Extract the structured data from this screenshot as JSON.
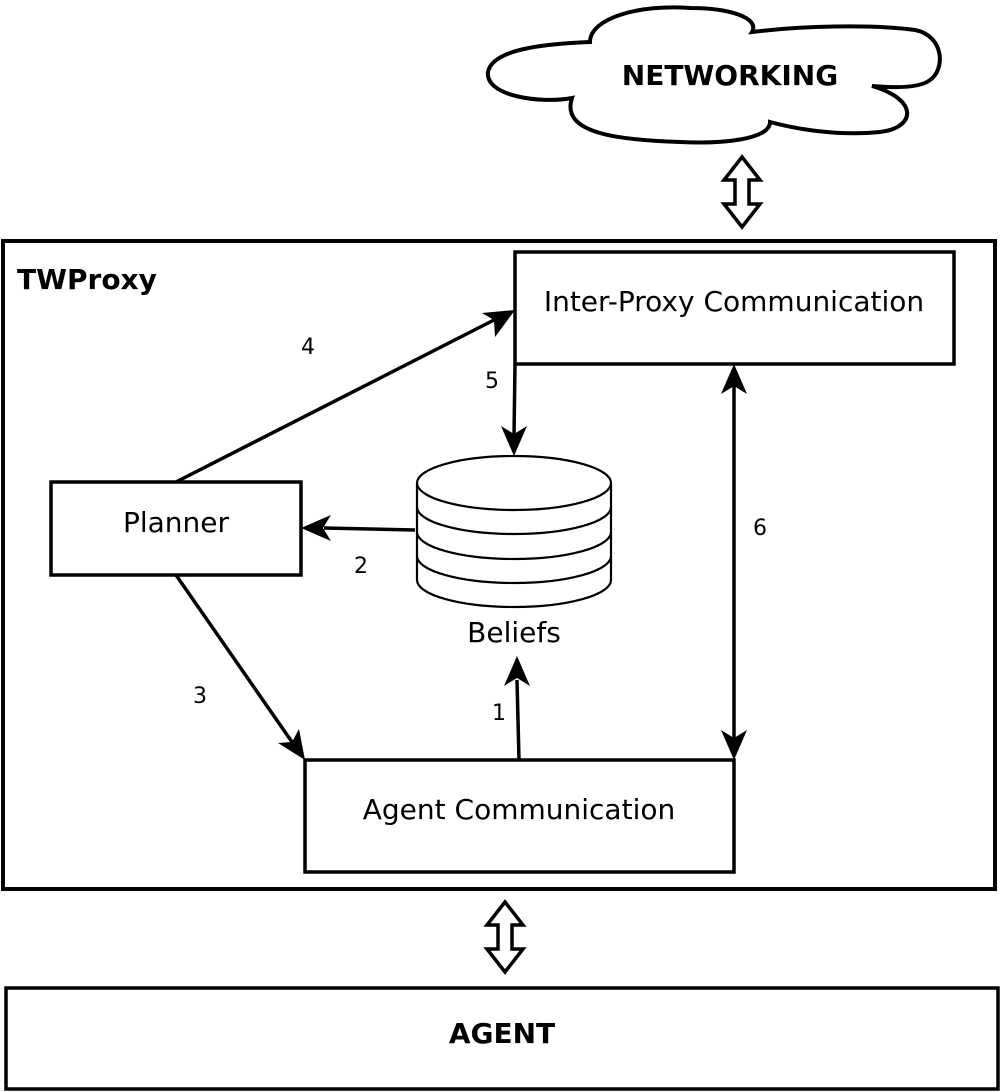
{
  "cloud": {
    "label": "NETWORKING"
  },
  "proxy": {
    "title": "TWProxy"
  },
  "boxes": {
    "inter_proxy": "Inter-Proxy Communication",
    "planner": "Planner",
    "agent_comm": "Agent Communication",
    "agent": "AGENT"
  },
  "beliefs": {
    "label": "Beliefs"
  },
  "edges": {
    "e1": "1",
    "e2": "2",
    "e3": "3",
    "e4": "4",
    "e5": "5",
    "e6": "6"
  }
}
